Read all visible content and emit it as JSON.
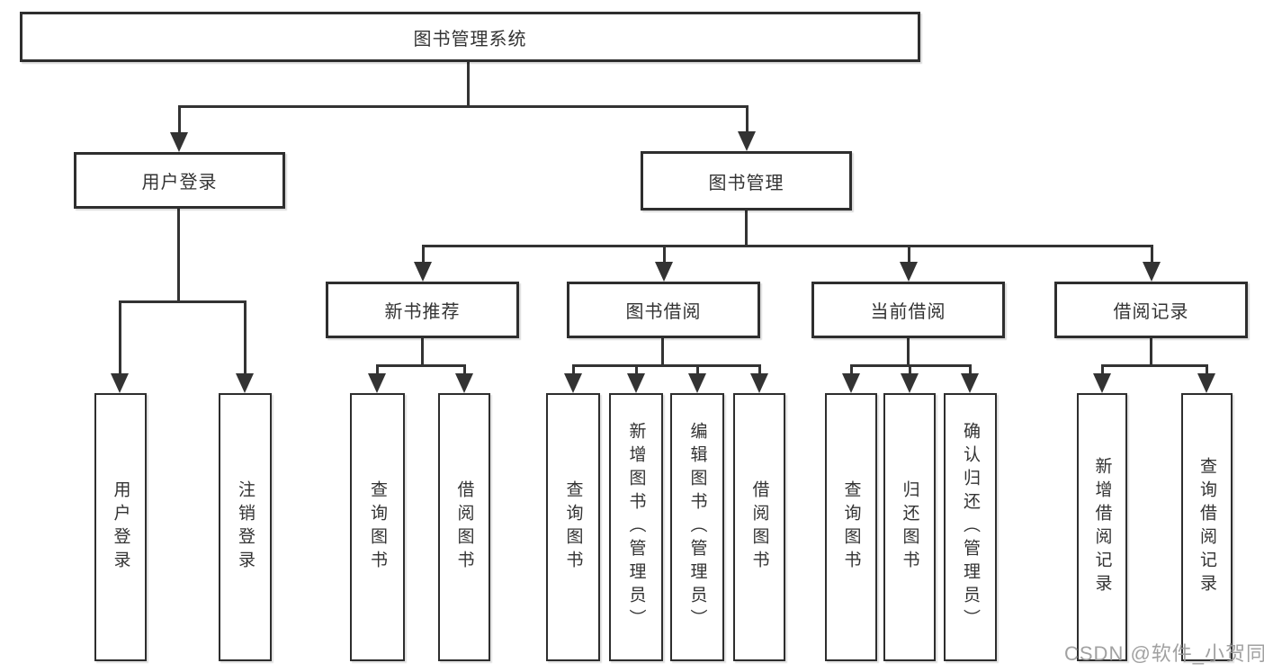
{
  "diagram": {
    "nodes": {
      "root": "图书管理系统",
      "user_login": "用户登录",
      "book_mgmt": "图书管理",
      "new_book": "新书推荐",
      "book_borrow": "图书借阅",
      "current_borrow": "当前借阅",
      "borrow_record": "借阅记录"
    },
    "leaves": {
      "user_login": [
        "用户登录",
        "注销登录"
      ],
      "new_book": [
        "查询图书",
        "借阅图书"
      ],
      "book_borrow": [
        "查询图书",
        "新增图书（管理员）",
        "编辑图书（管理员）",
        "借阅图书"
      ],
      "current_borrow": [
        "查询图书",
        "归还图书",
        "确认归还（管理员）"
      ],
      "borrow_record": [
        "新增借阅记录",
        "查询借阅记录"
      ]
    },
    "colors": {
      "line": "#333333",
      "border": "#2e2e2e",
      "text": "#333333",
      "background": "#ffffff",
      "watermark": "#9a9a9a"
    }
  },
  "watermark": {
    "text": "CSDN @软件_小贺同学"
  }
}
